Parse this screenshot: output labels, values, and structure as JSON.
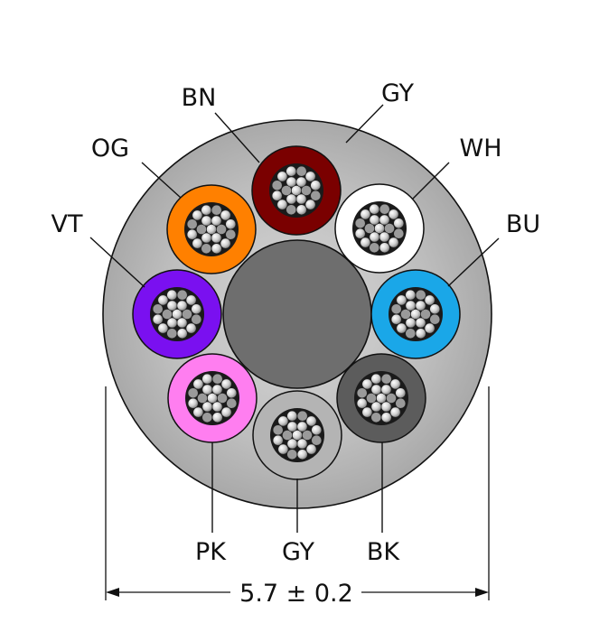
{
  "conductors": [
    {
      "code": "BN",
      "color": "#7a0000"
    },
    {
      "code": "WH",
      "color": "#ffffff"
    },
    {
      "code": "BU",
      "color": "#1aa7e8"
    },
    {
      "code": "BK",
      "color": "#5c5c5c"
    },
    {
      "code": "GY",
      "color": "#b4b4b4"
    },
    {
      "code": "PK",
      "color": "#ff7ef0"
    },
    {
      "code": "VT",
      "color": "#7a10f0"
    },
    {
      "code": "OG",
      "color": "#ff8000"
    }
  ],
  "sheath": {
    "code": "GY",
    "color": "#a8a8a8"
  },
  "filler_color": "#6e6e6e",
  "dimension": {
    "label": "5.7 ± 0.2"
  }
}
